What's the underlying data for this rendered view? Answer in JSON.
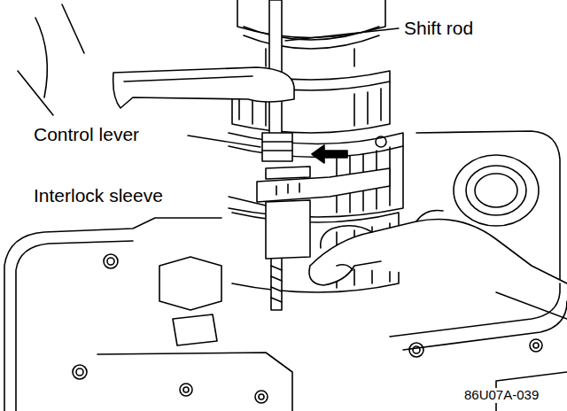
{
  "diagram": {
    "labels": [
      "Shift rod",
      "Control lever",
      "Interlock sleeve",
      "86U07A-039"
    ]
  }
}
